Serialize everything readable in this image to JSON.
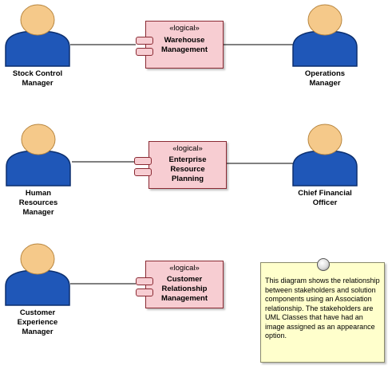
{
  "actors": [
    {
      "id": "stock-control-manager",
      "label_lines": [
        "Stock Control",
        "Manager"
      ]
    },
    {
      "id": "operations-manager",
      "label_lines": [
        "Operations",
        "Manager"
      ]
    },
    {
      "id": "human-resources-manager",
      "label_lines": [
        "Human",
        "Resources",
        "Manager"
      ]
    },
    {
      "id": "chief-financial-officer",
      "label_lines": [
        "Chief Financial",
        "Officer"
      ]
    },
    {
      "id": "customer-experience-manager",
      "label_lines": [
        "Customer",
        "Experience",
        "Manager"
      ]
    }
  ],
  "components": [
    {
      "id": "warehouse-management",
      "stereotype": "«logical»",
      "name_lines": [
        "Warehouse",
        "Management"
      ]
    },
    {
      "id": "enterprise-resource-planning",
      "stereotype": "«logical»",
      "name_lines": [
        "Enterprise",
        "Resource",
        "Planning"
      ]
    },
    {
      "id": "customer-relationship-management",
      "stereotype": "«logical»",
      "name_lines": [
        "Customer",
        "Relationship",
        "Management"
      ]
    }
  ],
  "note": {
    "text": "This diagram shows the relationship between stakeholders and solution components using an Association relationship. The stakeholders are UML Classes that have had an image assigned as an appearance option."
  },
  "colors": {
    "actor_head": "#f5c98a",
    "actor_body": "#1f57b8",
    "component_fill": "#f7cdd2",
    "component_border": "#8a2a33",
    "note_fill": "#ffffcc"
  }
}
